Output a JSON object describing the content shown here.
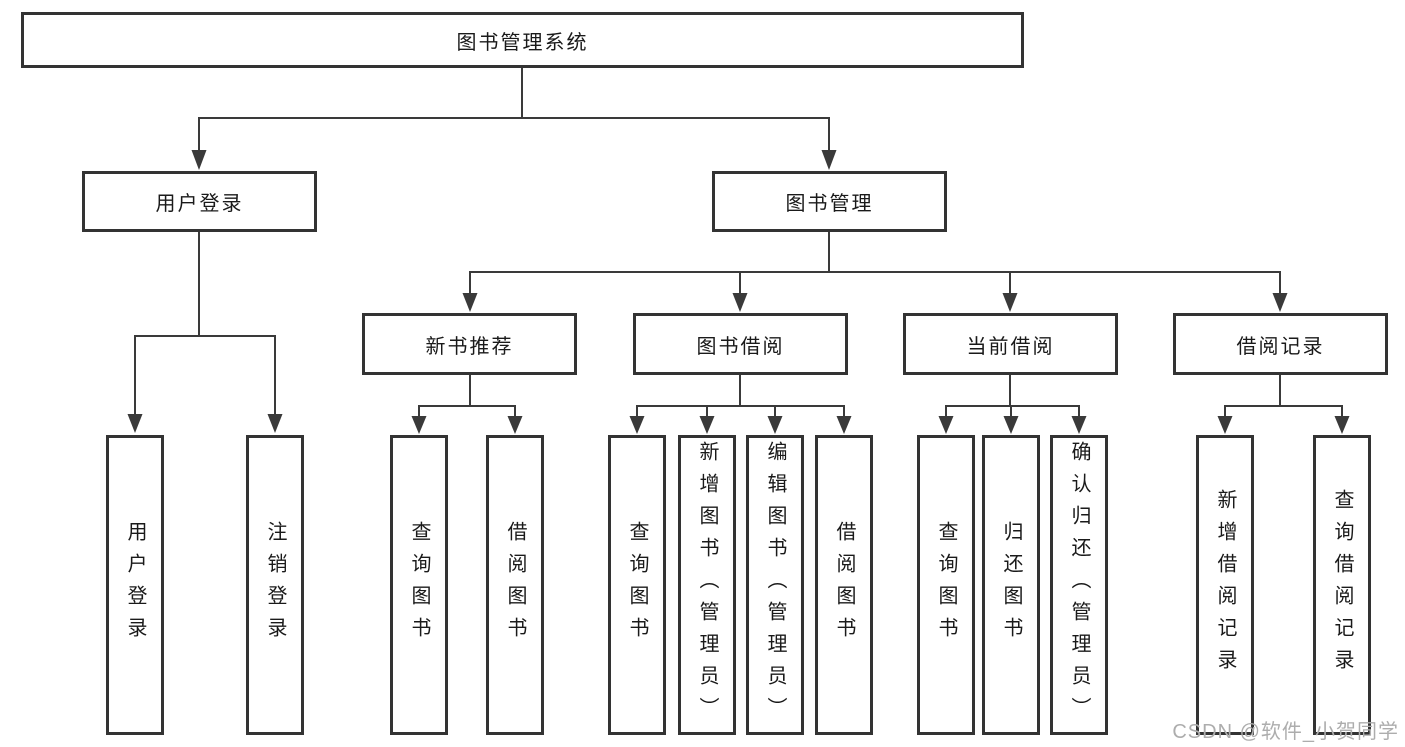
{
  "colors": {
    "line": "#3a3a3a",
    "box_border": "#333333",
    "box_fill": "#ffffff",
    "text": "#1a1a1a",
    "watermark": "#adadad"
  },
  "diagram": {
    "root": {
      "label": "图书管理系统"
    },
    "level2": [
      {
        "label": "用户登录"
      },
      {
        "label": "图书管理"
      }
    ],
    "level3": [
      {
        "label": "新书推荐"
      },
      {
        "label": "图书借阅"
      },
      {
        "label": "当前借阅"
      },
      {
        "label": "借阅记录"
      }
    ],
    "leaves": {
      "user_login": [
        "用户登录",
        "注销登录"
      ],
      "new_book_recommend": [
        "查询图书",
        "借阅图书"
      ],
      "book_borrow": [
        "查询图书",
        "新增图书（管理员）",
        "编辑图书（管理员）",
        "借阅图书"
      ],
      "current_borrow": [
        "查询图书",
        "归还图书",
        "确认归还（管理员）"
      ],
      "borrow_records": [
        "新增借阅记录",
        "查询借阅记录"
      ]
    }
  },
  "watermark": {
    "text": "CSDN @软件_小贺同学"
  }
}
